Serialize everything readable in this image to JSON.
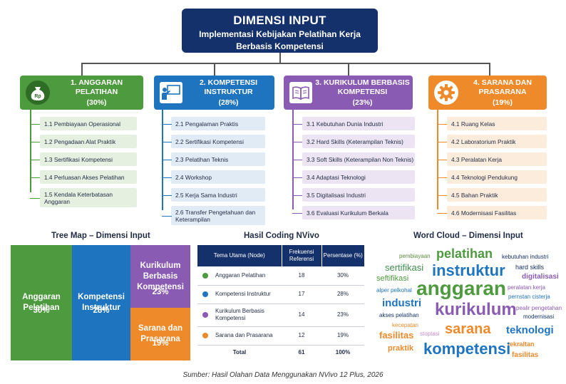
{
  "header": {
    "title": "DIMENSI INPUT",
    "subtitle_line1": "Implementasi Kebijakan Pelatihan Kerja",
    "subtitle_line2": "Berbasis Kompetensi"
  },
  "colors": {
    "green": "#4e9a3f",
    "blue": "#1f74c0",
    "purple": "#8a5bb3",
    "orange": "#ef8a2b",
    "navy": "#15316b"
  },
  "categories": [
    {
      "title": "1. ANGGARAN PELATIHAN",
      "percent": "(30%)",
      "icon": "money-bag-icon",
      "icon_text": "Rp",
      "items": [
        "1.1 Pembiayaan Operasional",
        "1.2 Pengadaan Alat Praktik",
        "1.3 Sertifikasi Kompetensi",
        "1.4 Perluasan Akses Pelatihan",
        "1.5 Kendala Keterbatasan Anggaran"
      ]
    },
    {
      "title": "2. KOMPETENSI INSTRUKTUR",
      "percent": "(28%)",
      "icon": "instructor-board-icon",
      "items": [
        "2.1 Pengalaman Praktis",
        "2.2 Sertifikasi Kompetensi",
        "2.3 Pelatihan Teknis",
        "2.4 Workshop",
        "2.5 Kerja Sama Industri",
        "2.6 Transfer Pengetahuan dan Keterampilan"
      ]
    },
    {
      "title": "3. KURIKULUM BERBASIS KOMPETENSI",
      "percent": "(23%)",
      "icon": "book-icon",
      "items": [
        "3.1 Kebutuhan Dunia Industri",
        "3.2 Hard Skills (Keterampilan Teknis)",
        "3.3 Soft Skills (Keterampilan Non Teknis)",
        "3.4 Adaptasi Teknologi",
        "3.5 Digitalisasi Industri",
        "3.6 Evaluasi Kurikulum Berkala"
      ]
    },
    {
      "title": "4. SARANA DAN PRASARANA",
      "percent": "(19%)",
      "icon": "gear-icon",
      "items": [
        "4.1 Ruang Kelas",
        "4.2 Laboratorium Praktik",
        "4.3 Peralatan Kerja",
        "4.4 Teknologi Pendukung",
        "4.5 Bahan Praktik",
        "4.6 Modernisasi Fasilitas"
      ]
    }
  ],
  "treemap": {
    "title": "Tree Map – Dimensi Input",
    "cells": [
      {
        "label": "Anggaran Pelatihan",
        "value": "30%"
      },
      {
        "label": "Kompetensi Instruktur",
        "value": "28%"
      },
      {
        "label": "Kurikulum Berbasis Kompetensi",
        "value": "23%"
      },
      {
        "label": "Sarana dan Prasarana",
        "value": "19%"
      }
    ]
  },
  "coding_table": {
    "title": "Hasil Coding NVivo",
    "headers": [
      "Tema Utama (Node)",
      "Frekuensi Referensi",
      "Persentase (%)"
    ],
    "rows": [
      {
        "theme": "Anggaran Pelatihan",
        "freq": "18",
        "pct": "30%"
      },
      {
        "theme": "Kompetensi Instruktur",
        "freq": "17",
        "pct": "28%"
      },
      {
        "theme": "Kurikulum Berbasis Kompetensi",
        "freq": "14",
        "pct": "23%"
      },
      {
        "theme": "Sarana dan Prasarana",
        "freq": "12",
        "pct": "19%"
      }
    ],
    "total_label": "Total",
    "total_freq": "61",
    "total_pct": "100%"
  },
  "wordcloud": {
    "title": "Word Cloud – Dimensi Input",
    "words": [
      "pembiayaan",
      "pelatihan",
      "kebutuhan industri",
      "sertifikasi",
      "instruktur",
      "hard skills",
      "seftifikasi",
      "digitalisasi",
      "anggaran",
      "alper pelkohal",
      "peralatan kerja",
      "industri",
      "pernstan cisterja",
      "akses pelatihan",
      "kurikulum",
      "pealir pengetahan",
      "modernisasi",
      "kecepatan",
      "sarana",
      "teknologi",
      "fasilitas",
      "stoptasi",
      "tekraltan",
      "praktik",
      "kompetensi",
      "fasilitas"
    ]
  },
  "source": "Sumber: Hasil Olahan Data Menggunakan NVivo 12 Plus, 2026"
}
